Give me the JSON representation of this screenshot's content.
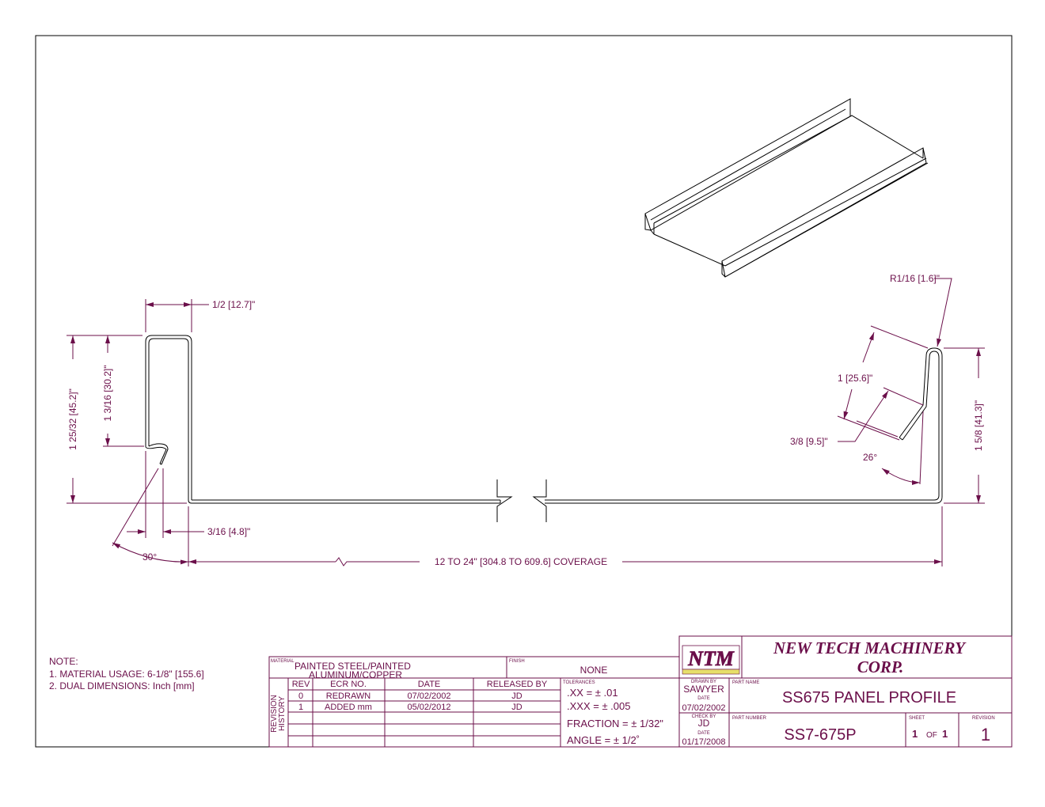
{
  "notes": {
    "heading": "NOTE:",
    "line1": "1.  MATERIAL USAGE: 6-1/8\" [155.6]",
    "line2": "2.  DUAL DIMENSIONS: Inch [mm]"
  },
  "dimensions": {
    "top_width": "1/2 [12.7]\"",
    "overall_height_left": "1 25/32 [45.2]\"",
    "inner_height_left": "1 3/16 [30.2]\"",
    "hook_width": "3/16 [4.8]\"",
    "hook_angle": "30°",
    "coverage": "12 TO 24\" [304.8 TO 609.6] COVERAGE",
    "radius": "R1/16 [1.6]\"",
    "right_leg": "1 [25.6]\"",
    "right_offset": "3/8 [9.5]\"",
    "right_angle": "26°",
    "right_height": "1 5/8 [41.3]\""
  },
  "title_block": {
    "material_label": "MATERIAL",
    "material_line1": "PAINTED STEEL/PAINTED",
    "material_line2": "ALUMINUM/COPPER",
    "finish_label": "FINISH",
    "finish_value": "NONE",
    "revision_history_label1": "REVISION",
    "revision_history_label2": "HISTORY",
    "rev_headers": [
      "REV",
      "ECR NO.",
      "DATE",
      "RELEASED BY"
    ],
    "rev_rows": [
      [
        "0",
        "REDRAWN",
        "07/02/2002",
        "JD"
      ],
      [
        "1",
        "ADDED mm",
        "05/02/2012",
        "JD"
      ]
    ],
    "tolerances_label": "TOLERANCES",
    "tol_xx": ".XX = ± .01",
    "tol_xxx": ".XXX = ± .005",
    "tol_fraction": "FRACTION = ± 1/32\"",
    "tol_angle": "ANGLE = ± 1/2˚",
    "logo_text": "NTM",
    "company_line1": "NEW TECH MACHINERY",
    "company_line2": "CORP.",
    "drawn_by_label": "DRAWN BY",
    "drawn_by": "SAWYER",
    "date_label": "DATE",
    "drawn_date": "07/02/2002",
    "check_by_label": "CHECK BY",
    "check_by": "JD",
    "check_date": "01/17/2008",
    "part_name_label": "PART NAME",
    "part_name": "SS675 PANEL PROFILE",
    "part_number_label": "PART NUMBER",
    "part_number": "SS7-675P",
    "sheet_label": "SHEET",
    "sheet_num": "1",
    "sheet_of": "OF",
    "sheet_total": "1",
    "revision_label": "REVISION",
    "revision": "1"
  },
  "colors": {
    "line": "#6b0f4a",
    "profile": "#000000",
    "logo_fill": "#e6df6a"
  }
}
